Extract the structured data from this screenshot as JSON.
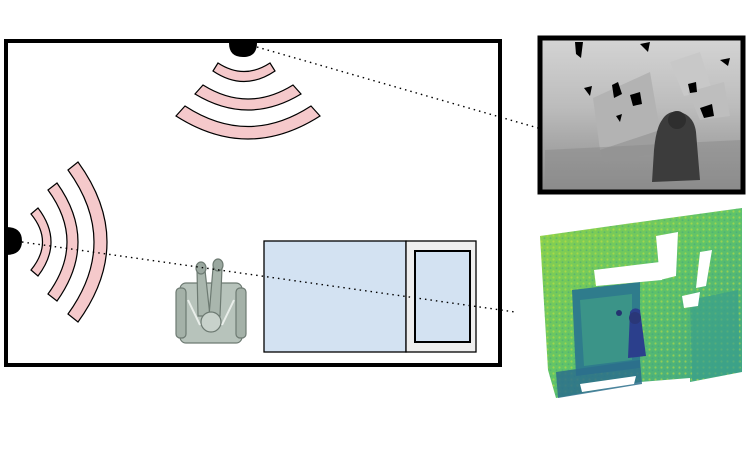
{
  "diagram": {
    "room": {
      "wall_color": "#000000",
      "background": "#ffffff"
    },
    "sensors": [
      {
        "name": "ceiling-sensor",
        "wave_color": "#f5c9cb"
      },
      {
        "name": "wall-sensor",
        "wave_color": "#f5c9cb"
      }
    ],
    "furniture": {
      "bed_color": "#d3e2f2",
      "nightstand_color": "#eeeeee",
      "person_color": "#a9b6ad"
    },
    "panels": {
      "depth_map": {
        "style": "grayscale",
        "frame_color": "#000000"
      },
      "point_cloud": {
        "style": "viridis",
        "colors": [
          "#2c6f8c",
          "#34a386",
          "#7acd53",
          "#c7e23a"
        ]
      }
    },
    "connector_style": "dotted"
  }
}
